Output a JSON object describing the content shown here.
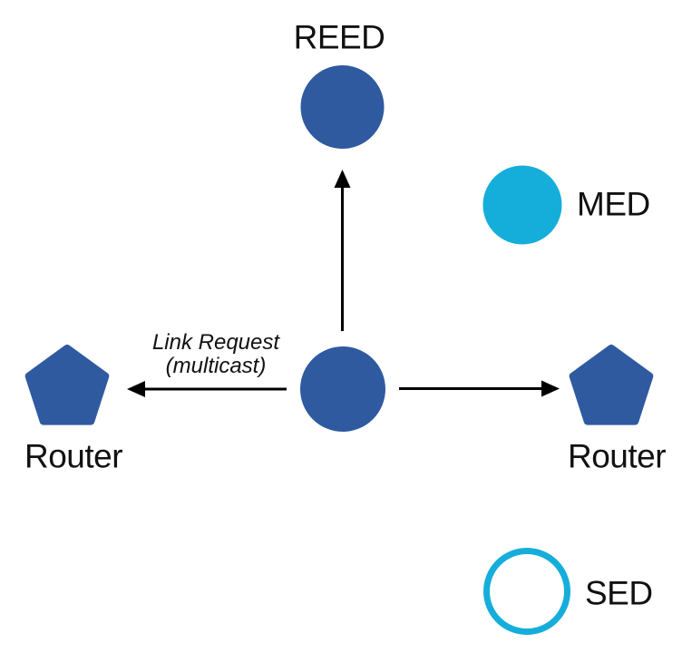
{
  "colors": {
    "node_blue": "#2F5AA0",
    "node_cyan": "#15AEDB",
    "arrow": "#000000"
  },
  "nodes": {
    "reed": {
      "label": "REED",
      "shape": "circle",
      "fill": "blue"
    },
    "med": {
      "label": "MED",
      "shape": "circle",
      "fill": "cyan"
    },
    "sed": {
      "label": "SED",
      "shape": "circle-outline",
      "fill": "none"
    },
    "router_left": {
      "label": "Router",
      "shape": "pentagon",
      "fill": "blue"
    },
    "router_right": {
      "label": "Router",
      "shape": "pentagon",
      "fill": "blue"
    },
    "center": {
      "label": "",
      "shape": "circle",
      "fill": "blue"
    }
  },
  "annotation": {
    "line1": "Link Request",
    "line2": "(multicast)"
  }
}
